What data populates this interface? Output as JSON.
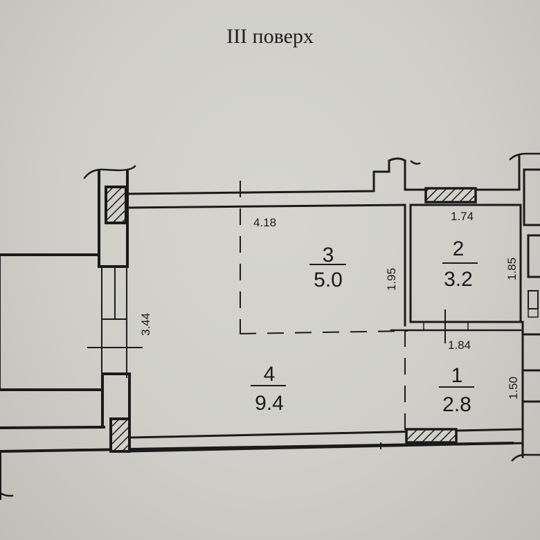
{
  "title": "III поверх",
  "rooms": [
    {
      "number": "1",
      "area": "2.8"
    },
    {
      "number": "2",
      "area": "3.2"
    },
    {
      "number": "3",
      "area": "5.0"
    },
    {
      "number": "4",
      "area": "9.4"
    }
  ],
  "dimensions": {
    "room3_width": "4.18",
    "room3_depth": "1.95",
    "room2_width": "1.74",
    "room2_depth": "1.85",
    "room1_width": "1.84",
    "room1_depth": "1.50",
    "room4_depth": "3.44"
  },
  "colors": {
    "paper": "#d3d2cd",
    "ink": "#1a1a1a"
  }
}
